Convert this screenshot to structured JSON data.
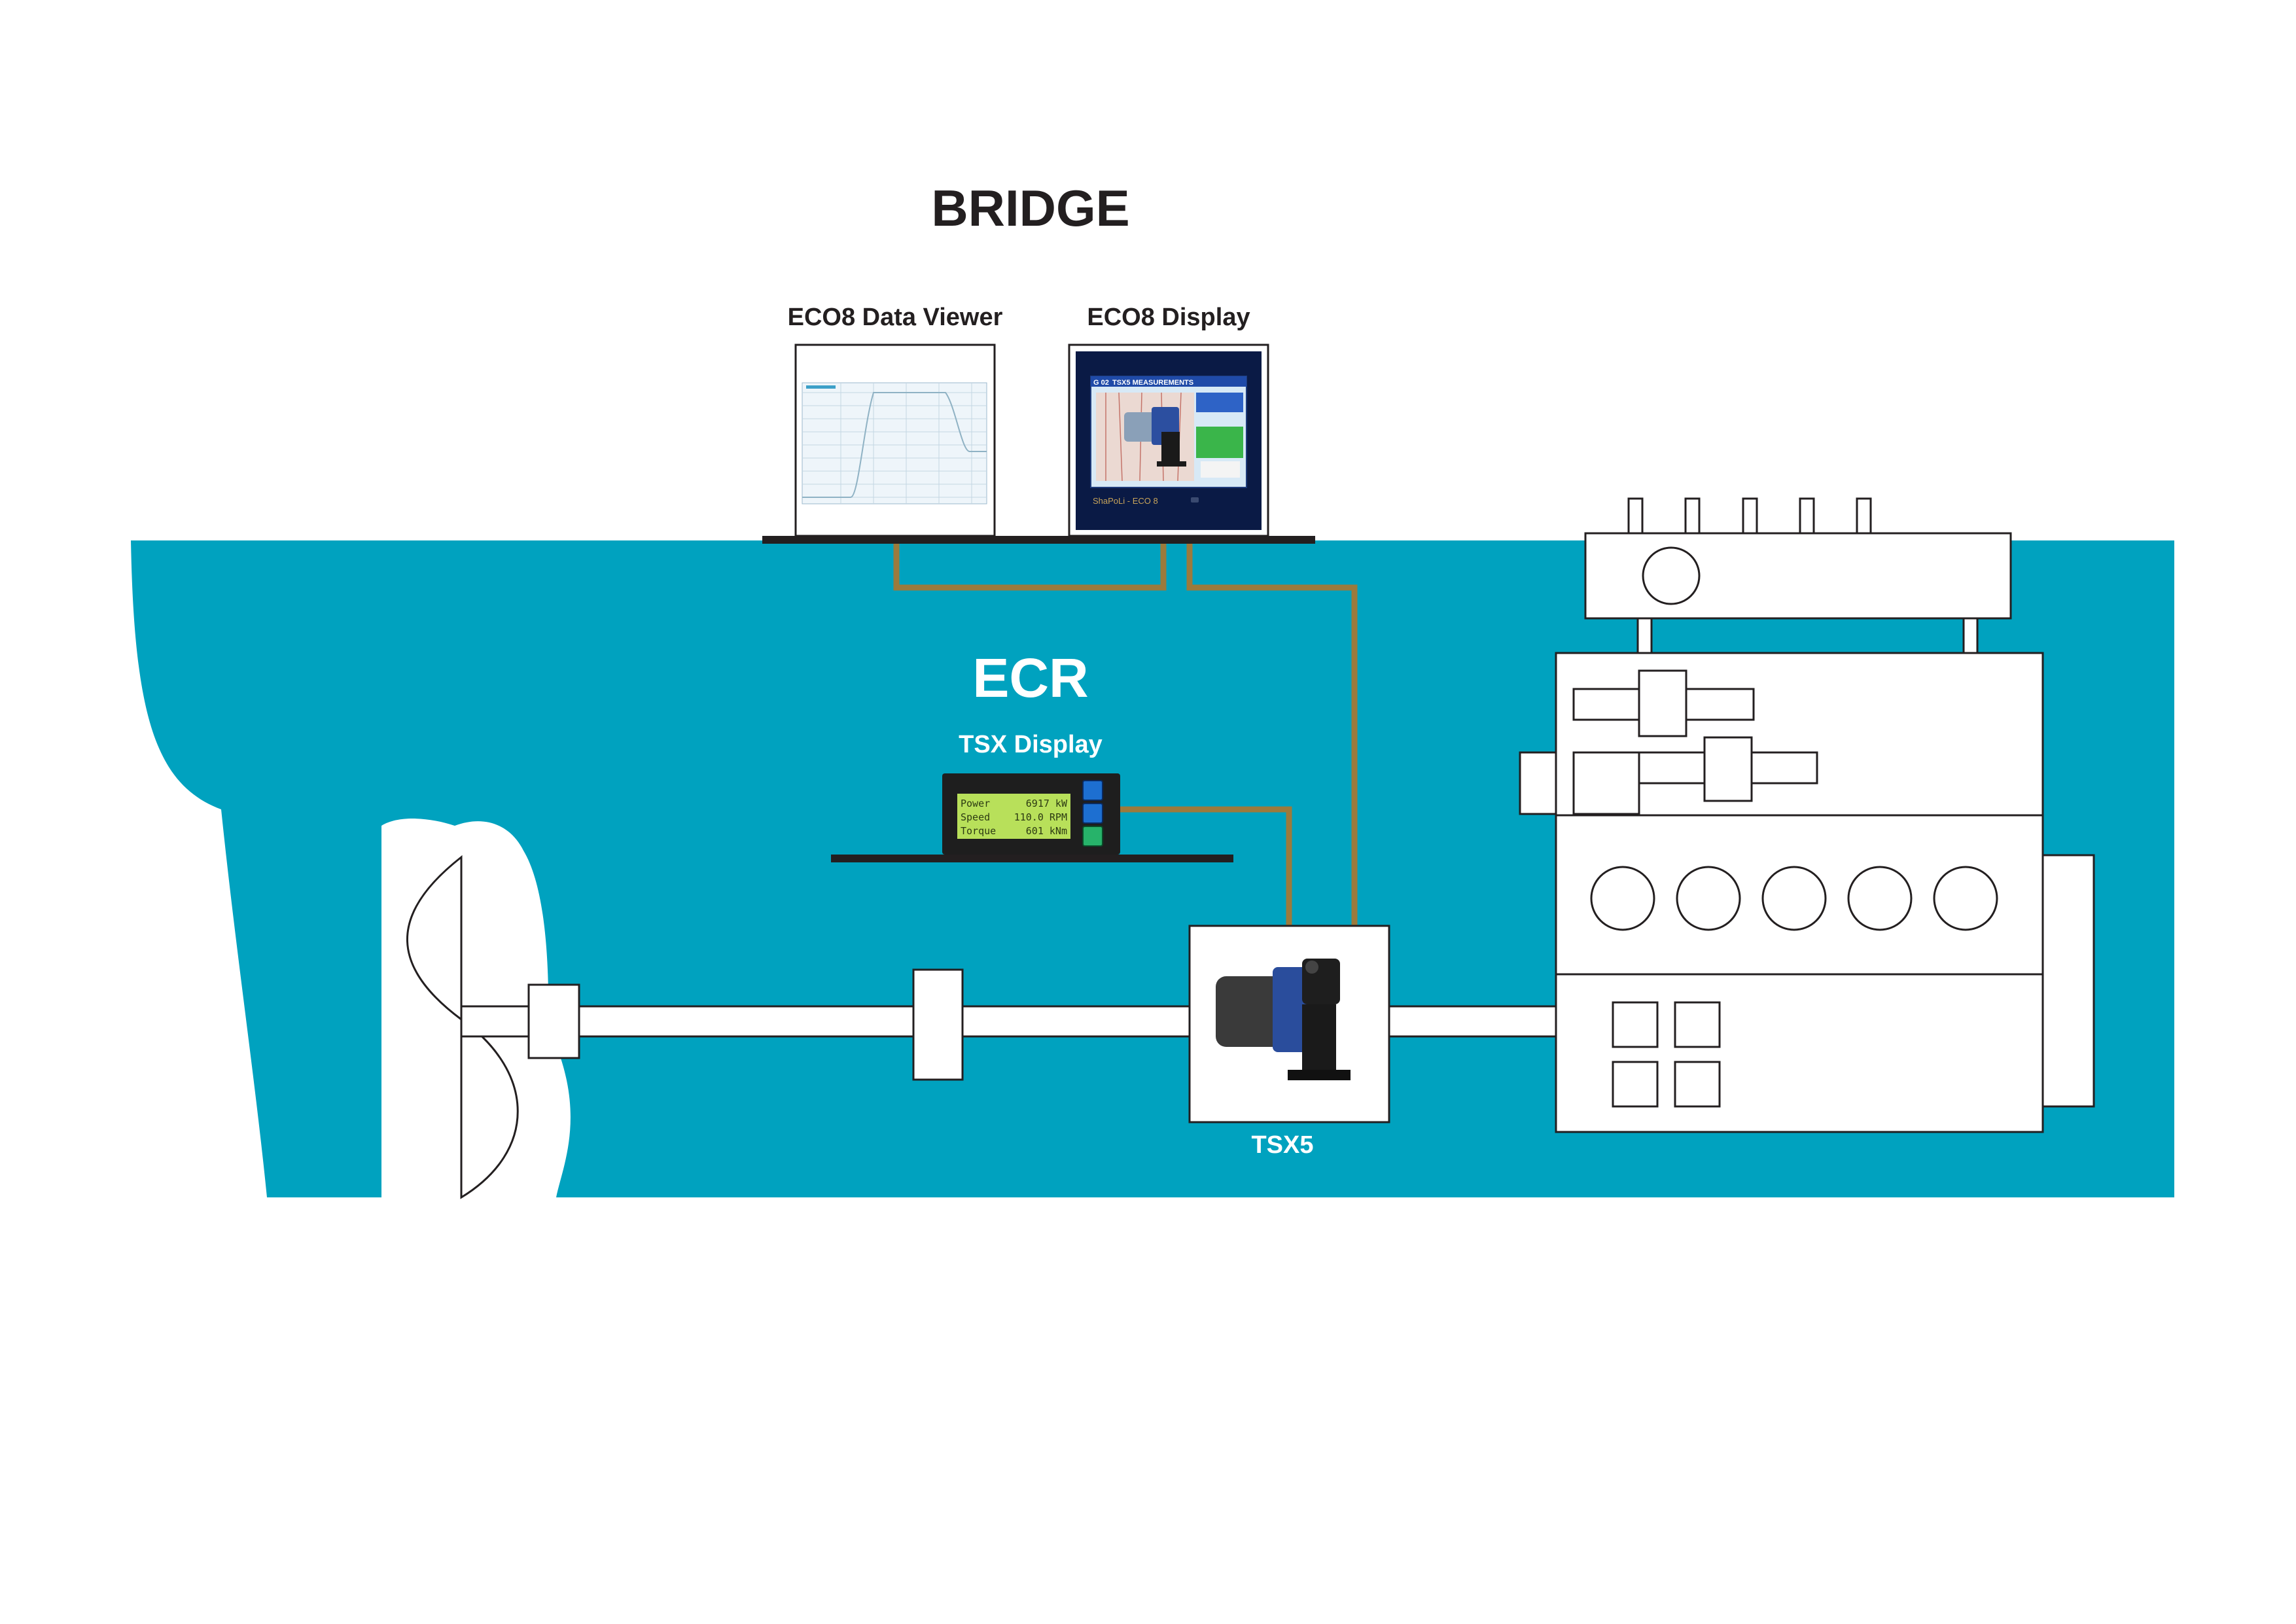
{
  "labels": {
    "bridge": "BRIDGE",
    "ecr": "ECR",
    "eco8_viewer": "ECO8 Data Viewer",
    "eco8_display": "ECO8 Display",
    "tsx_display": "TSX Display",
    "tsx5": "TSX5"
  },
  "eco8_display_screen": {
    "header_left": "G 02",
    "header_title": "TSX5 MEASUREMENTS",
    "footer_brand": "ShaPoLi - ECO 8"
  },
  "tsx_display_screen": {
    "rows": [
      {
        "label": "Power",
        "value": "6917 kW"
      },
      {
        "label": "Speed",
        "value": "110.0 RPM"
      },
      {
        "label": "Torque",
        "value": "601 kNm"
      }
    ]
  },
  "colors": {
    "hull": "#00A2BF",
    "cable": "#9C7A3C",
    "lcd": "#B8E05A",
    "outline": "#231F20"
  }
}
